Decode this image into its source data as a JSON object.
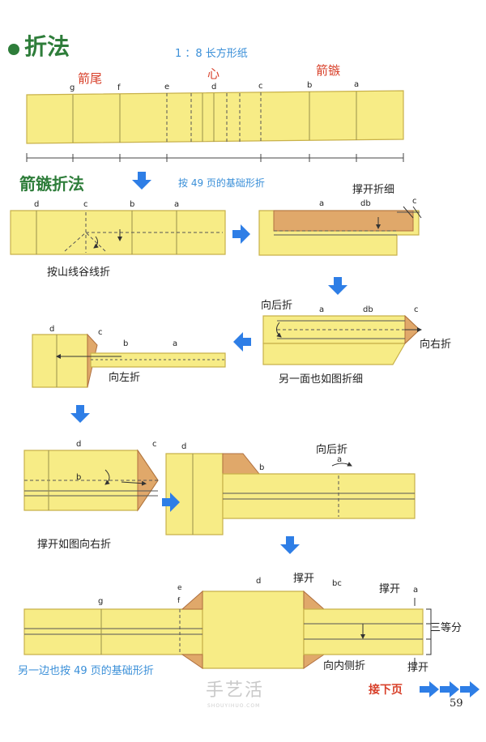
{
  "heading": "折法",
  "paper_note": "1 ：8 长方形纸",
  "part_labels": {
    "tail": "箭尾",
    "center": "心",
    "head": "箭镞"
  },
  "strip_letters": [
    "g",
    "f",
    "e",
    "d",
    "c",
    "b",
    "a"
  ],
  "section_title": "箭镞折法",
  "base_note": "按 49 页的基础形折",
  "step1": {
    "letters": [
      "d",
      "c",
      "b",
      "a"
    ],
    "caption": "按山线谷线折"
  },
  "step2": {
    "letters": [
      "a",
      "db",
      "c"
    ],
    "caption": "撑开折细"
  },
  "step3": {
    "letters": [
      "a",
      "db",
      "c"
    ],
    "caption_top": "向后折",
    "caption_right": "向右折",
    "caption_bottom": "另一面也如图折细"
  },
  "step4": {
    "letters": [
      "d",
      "c",
      "b",
      "a"
    ],
    "caption": "向左折"
  },
  "step5": {
    "letters": [
      "d",
      "b",
      "c"
    ],
    "caption": "撑开如图向右折"
  },
  "step6": {
    "letters": [
      "d",
      "b",
      "a"
    ],
    "caption": "向后折"
  },
  "step7": {
    "letters": [
      "g",
      "e",
      "f",
      "d",
      "bc",
      "a"
    ],
    "open_top": "撑开",
    "open_right": "撑开",
    "open_bottom": "撑开",
    "thirds": "三等分",
    "inward": "向内侧折",
    "other_side": "另一边也按 49 页的基础形折"
  },
  "next_page": "接下页",
  "page_number": "59",
  "watermark": "手艺活",
  "watermark_sub": "SHOUYIHUO.COM",
  "colors": {
    "paper": "#f7ec86",
    "paper_edge": "#c8b14a",
    "paper_shadow": "#e0a86a",
    "arrow": "#2e7ee6",
    "heading_green": "#2e7d3a"
  }
}
